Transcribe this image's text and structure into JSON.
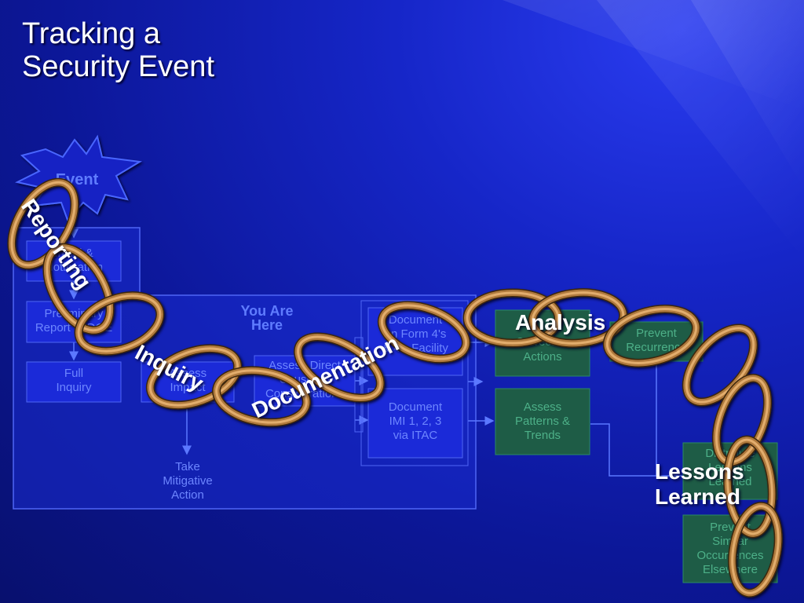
{
  "slide": {
    "title_line1": "Tracking a",
    "title_line2": "Security Event"
  },
  "colors": {
    "background": "#0c1798",
    "panel_fill": "#1a2bd0",
    "box_stroke": "#4f66f5",
    "green_box": "#1e5c46",
    "chain_link": "#b07a3e",
    "chain_link_light": "#e2ad6d"
  },
  "diagram": {
    "burst_label": "Event",
    "you_are_here": [
      "You Are",
      "Here"
    ],
    "left_boxes": [
      [
        "Initial &",
        "Notification"
      ],
      [
        "Preliminary",
        "Report to DOE"
      ],
      [
        "Full",
        "Inquiry"
      ]
    ],
    "middle_boxes": [
      [
        "Assess",
        "Impact"
      ],
      [
        "Assess Direct",
        "Causes &",
        "Considerations"
      ]
    ],
    "mitigative": [
      "Take",
      "Mitigative",
      "Action"
    ],
    "doc_boxes": [
      [
        "Document",
        "on Form 4's",
        "& 4's Facility"
      ],
      [
        "Document",
        "IMI 1, 2, 3",
        "via ITAC"
      ]
    ],
    "green_boxes": [
      [
        "Corrective",
        "Actions"
      ],
      [
        "Assess",
        "Patterns &",
        "Trends"
      ],
      [
        "Prevent",
        "Recurrence"
      ],
      [
        "Distribute",
        "Lessons",
        "Learned"
      ],
      [
        "Prevent",
        "Similar",
        "Occurrences",
        "Elsewhere"
      ]
    ],
    "chain_labels": {
      "reporting": "Reporting",
      "inquiry": "Inquiry",
      "documentation": "Documentation",
      "analysis": "Analysis",
      "lessons_line1": "Lessons",
      "lessons_line2": "Learned"
    }
  }
}
